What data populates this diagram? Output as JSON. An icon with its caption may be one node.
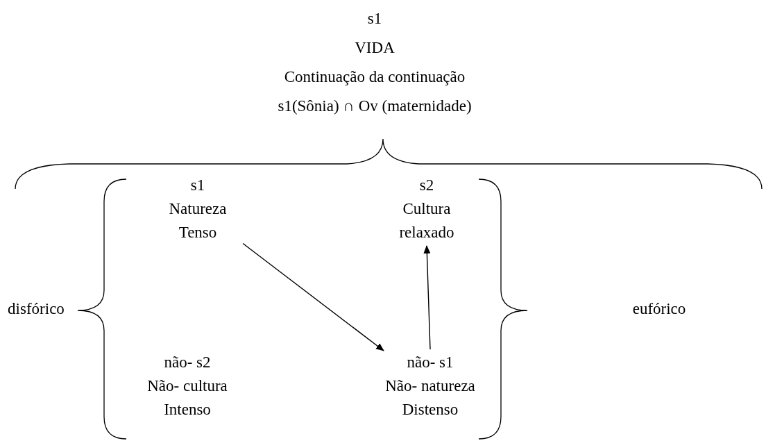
{
  "diagram": {
    "nodes": [
      {
        "text": [
          "s1",
          "VIDA",
          "Continuação da continuação",
          "s1(Sônia)  ∩ Ov (maternidade)"
        ]
      },
      {
        "text": [
          "s1",
          "Natureza",
          "Tenso"
        ]
      },
      {
        "text": [
          "s2",
          "Cultura",
          "relaxado"
        ]
      },
      {
        "text": [
          "disfórico"
        ]
      },
      {
        "text": [
          "eufórico"
        ]
      },
      {
        "text": [
          "não- s2",
          "Não- cultura",
          "Intenso"
        ]
      },
      {
        "text": [
          "não- s1",
          "Não- natureza",
          "Distenso"
        ]
      }
    ],
    "edges": [
      {
        "from": 1,
        "to": 6,
        "arrow": "to"
      },
      {
        "from": 6,
        "to": 2,
        "arrow": "to"
      }
    ]
  }
}
